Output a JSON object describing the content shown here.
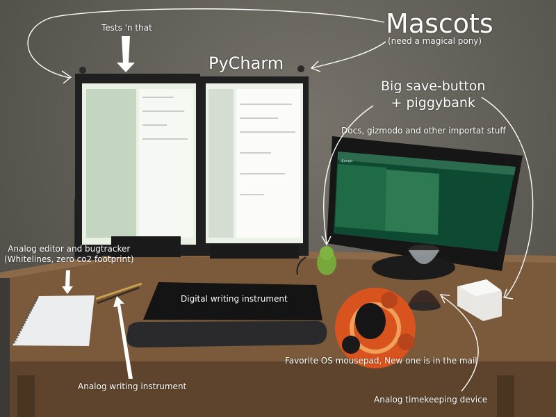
{
  "annotations": {
    "mascots_title": "Mascots",
    "mascots_subtitle": "(need a magical pony)",
    "pycharm": "PyCharm",
    "tests": "Tests 'n that",
    "big_save_line1": "Big save-button",
    "big_save_line2": "+ piggybank",
    "docs": "Docs, gizmodo and other importat stuff",
    "analog_editor_line1": "Analog editor and bugtracker",
    "analog_editor_line2": "(Whitelines, zero co2 footprint)",
    "digital_writing": "Digital writing instrument",
    "mousepad": "Favorite OS mousepad, New one is in the mail",
    "analog_writing": "Analog writing instrument",
    "timekeeping": "Analog timekeeping device"
  },
  "screen_text": {
    "django_brand": "django"
  },
  "colors": {
    "wall": "#625f58",
    "desk": "#7b5a3c",
    "annotation": "#ffffff",
    "ubuntu_orange": "#d9531e",
    "android_green": "#78a83c",
    "django_green": "#0c4b33"
  }
}
